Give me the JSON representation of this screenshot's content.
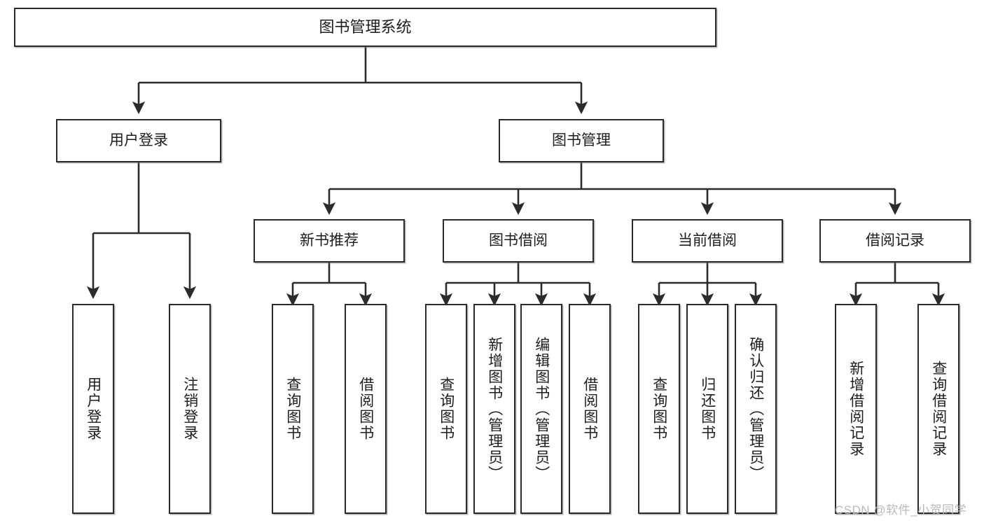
{
  "diagram": {
    "title": "图书管理系统",
    "type": "tree",
    "watermark": "CSDN @软件_小贺同学",
    "colors": {
      "box_border": "#2b2b2b",
      "box_fill": "#ffffff",
      "line": "#2b2b2b",
      "text": "#1d1d1d",
      "watermark": "#b9b9b9"
    },
    "nodes": {
      "root": {
        "label": "图书管理系统"
      },
      "level2": [
        {
          "id": "user-login",
          "label": "用户登录"
        },
        {
          "id": "book-manage",
          "label": "图书管理"
        }
      ],
      "level3": [
        {
          "id": "new-book-recommend",
          "label": "新书推荐"
        },
        {
          "id": "book-borrow",
          "label": "图书借阅"
        },
        {
          "id": "current-borrow",
          "label": "当前借阅"
        },
        {
          "id": "borrow-record",
          "label": "借阅记录"
        }
      ],
      "leaves": {
        "user_login": [
          {
            "id": "leaf-user-login",
            "label": "用户登录"
          },
          {
            "id": "leaf-logout",
            "label": "注销登录"
          }
        ],
        "new_book_recommend": [
          {
            "id": "leaf-query-book-1",
            "label": "查询图书"
          },
          {
            "id": "leaf-borrow-book-1",
            "label": "借阅图书"
          }
        ],
        "book_borrow": [
          {
            "id": "leaf-query-book-2",
            "label": "查询图书"
          },
          {
            "id": "leaf-add-book",
            "label": "新增图书（管理员）"
          },
          {
            "id": "leaf-edit-book",
            "label": "编辑图书（管理员）"
          },
          {
            "id": "leaf-borrow-book-2",
            "label": "借阅图书"
          }
        ],
        "current_borrow": [
          {
            "id": "leaf-query-book-3",
            "label": "查询图书"
          },
          {
            "id": "leaf-return-book",
            "label": "归还图书"
          },
          {
            "id": "leaf-confirm-return",
            "label": "确认归还（管理员）"
          }
        ],
        "borrow_record": [
          {
            "id": "leaf-add-record",
            "label": "新增借阅记录"
          },
          {
            "id": "leaf-query-record",
            "label": "查询借阅记录"
          }
        ]
      }
    }
  }
}
